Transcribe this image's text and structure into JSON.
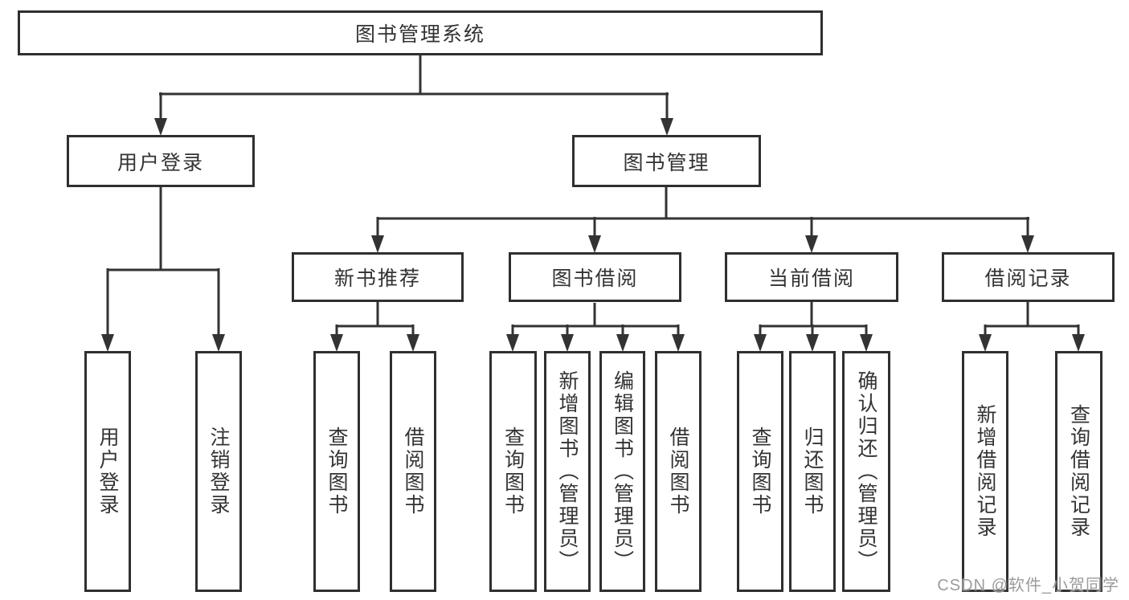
{
  "diagram": {
    "root": "图书管理系统",
    "user_login": {
      "label": "用户登录",
      "children": [
        "用户登录",
        "注销登录"
      ]
    },
    "book_mgmt": {
      "label": "图书管理",
      "modules": [
        {
          "label": "新书推荐",
          "children": [
            "查询图书",
            "借阅图书"
          ]
        },
        {
          "label": "图书借阅",
          "children": [
            "查询图书",
            "新增图书（管理员）",
            "编辑图书（管理员）",
            "借阅图书"
          ]
        },
        {
          "label": "当前借阅",
          "children": [
            "查询图书",
            "归还图书",
            "确认归还（管理员）"
          ]
        },
        {
          "label": "借阅记录",
          "children": [
            "新增借阅记录",
            "查询借阅记录"
          ]
        }
      ]
    }
  },
  "watermark": "CSDN @软件_小贺同学",
  "colors": {
    "line": "#333333",
    "border": "#2f2f2f",
    "text": "#333333",
    "watermark": "#9b9b9b",
    "background": "#ffffff"
  }
}
